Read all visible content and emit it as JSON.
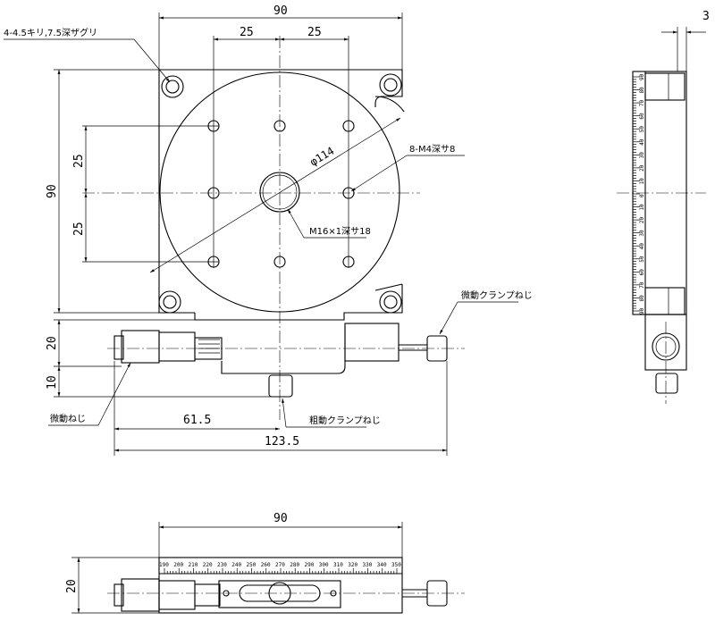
{
  "dimensions": {
    "top_width": "90",
    "hole_spacing_left": "25",
    "hole_spacing_right": "25",
    "height_left": "90",
    "spacing_v_top": "25",
    "spacing_v_bottom": "25",
    "height_20": "20",
    "height_10": "10",
    "offset_61_5": "61.5",
    "total_123_5": "123.5",
    "side_3": "3",
    "bottom_width": "90",
    "bottom_height": "20"
  },
  "annotations": {
    "mount_holes": "4-4.5キリ,7.5深ザグリ",
    "diameter": "φ114",
    "tapped_holes": "8-M4深サ8",
    "center_hole": "M16×1深サ18",
    "fine_clamp": "微動クランプねじ",
    "fine_screw": "微動ねじ",
    "coarse_clamp": "粗動クランプねじ"
  },
  "scale_bottom": [
    "190",
    "200",
    "210",
    "220",
    "230",
    "240",
    "250",
    "260",
    "270",
    "280",
    "290",
    "300",
    "310",
    "320",
    "330",
    "340",
    "350"
  ],
  "scale_side": [
    "90",
    "80",
    "70",
    "60",
    "50",
    "40",
    "30",
    "20",
    "10",
    "0",
    "10",
    "20",
    "30",
    "40",
    "50",
    "60",
    "70",
    "80",
    "90"
  ]
}
